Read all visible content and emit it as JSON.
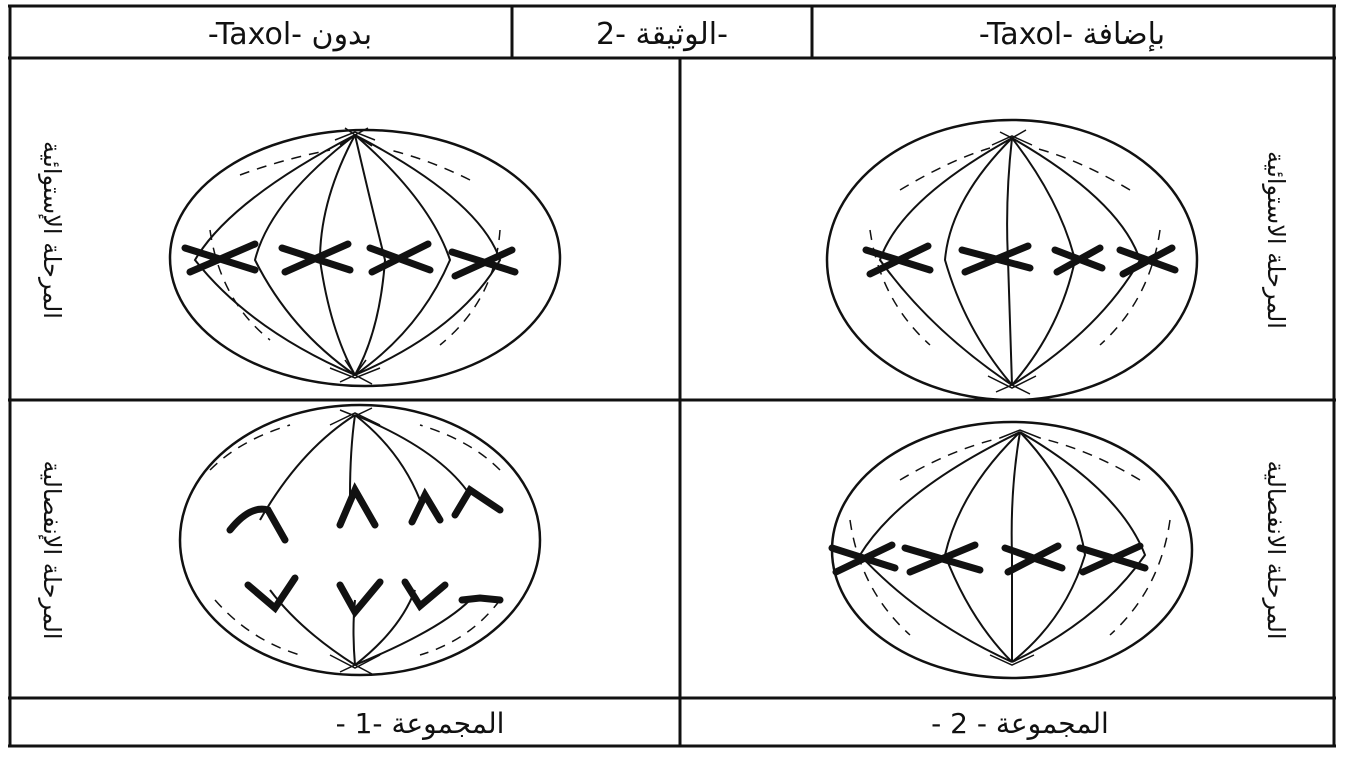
{
  "document": {
    "header": {
      "left": "-Taxol- بدون",
      "center": "الوثيقة -2-",
      "right": "-Taxol- بإضافة"
    },
    "left_side": {
      "top": "المرحلة الإستوائية",
      "bottom": "المرحلة الإنفصالية"
    },
    "right_side": {
      "top": "المرحلة الاستوائية",
      "bottom": "المرحلة الانفصالية"
    },
    "footer": {
      "left": "- 1- المجموعة",
      "right": "- 2 - المجموعة"
    }
  }
}
